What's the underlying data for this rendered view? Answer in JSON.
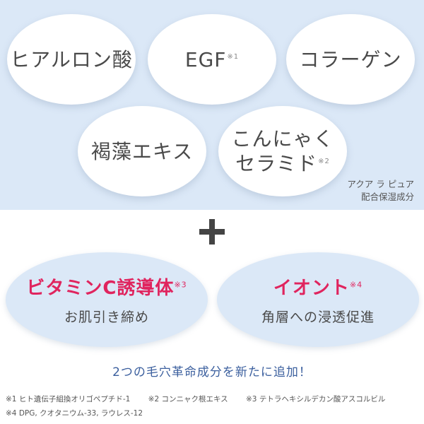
{
  "ingredients": [
    {
      "label": "ヒアルロン酸",
      "note": ""
    },
    {
      "label": "EGF",
      "note": "※1"
    },
    {
      "label": "コラーゲン",
      "note": ""
    },
    {
      "label": "褐藻エキス",
      "note": ""
    },
    {
      "label_line1": "こんにゃく",
      "label_line2": "セラミド",
      "note": "※2"
    }
  ],
  "ingredient_note": {
    "line1": "アクア ラ ピュア",
    "line2": "配合保湿成分"
  },
  "plus_symbol": "+",
  "technologies": [
    {
      "title": "ビタミンC誘導体",
      "note": "※3",
      "sub": "お肌引き締め"
    },
    {
      "title": "イオント",
      "note": "※4",
      "sub": "角層への浸透促進"
    }
  ],
  "tagline": "2つの毛穴革命成分を新たに追加！",
  "footnotes": [
    "※1 ヒト遺伝子組換オリゴペプチド-1",
    "※2 コンニャク根エキス",
    "※3 テトラヘキシルデカン酸アスコルビル",
    "※4 DPG, クオタニウム-33, ラウレス-12"
  ],
  "colors": {
    "panel_bg": "#dbe8f7",
    "accent_pink": "#e0245e",
    "tagline_blue": "#3b5f9e"
  }
}
